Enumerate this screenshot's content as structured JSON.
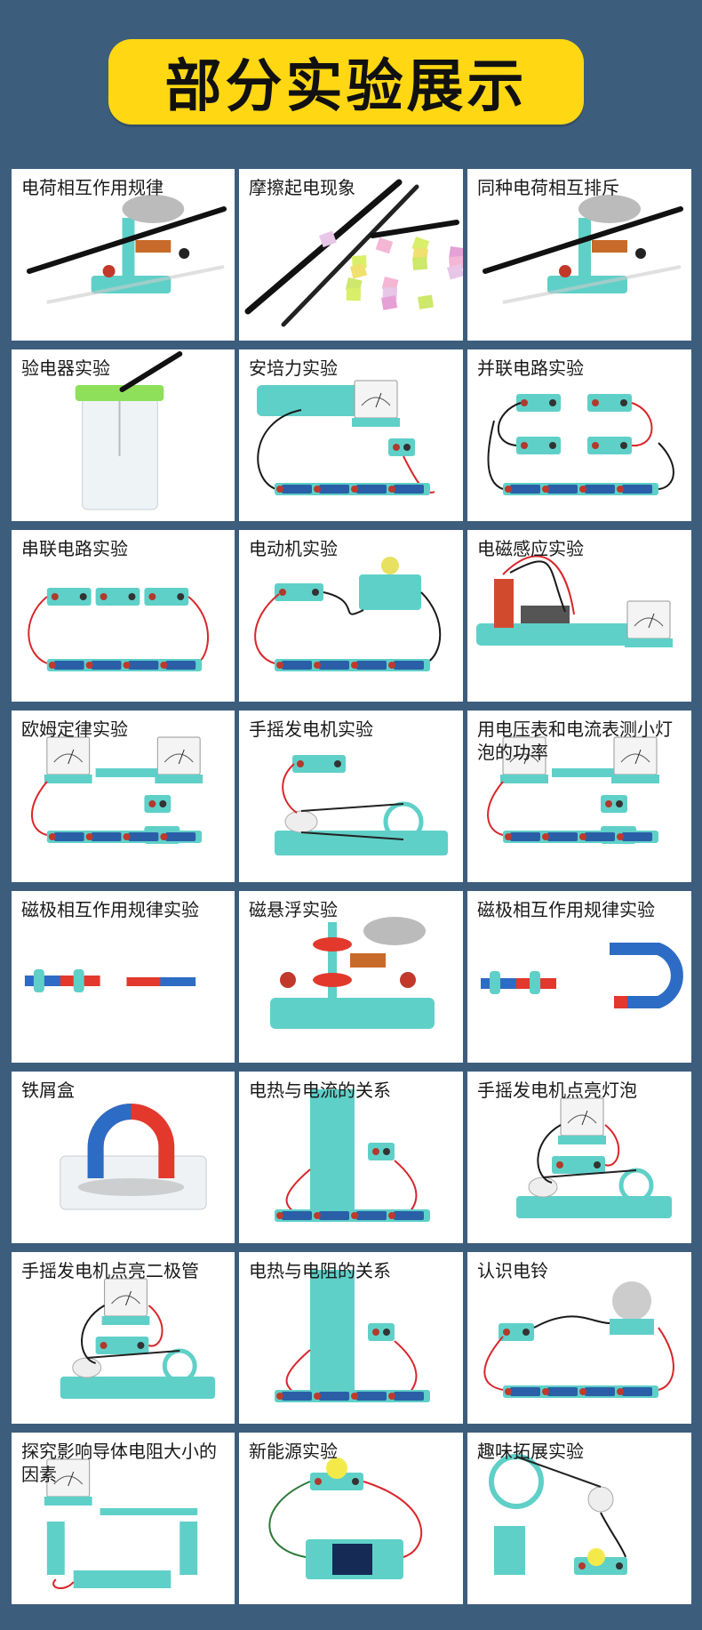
{
  "banner": {
    "title": "部分实验展示"
  },
  "experiments": [
    {
      "label": "电荷相互作用规律",
      "scene": "charge-rods"
    },
    {
      "label": "摩擦起电现象",
      "scene": "paper-bits"
    },
    {
      "label": "同种电荷相互排斥",
      "scene": "charge-rods"
    },
    {
      "label": "验电器实验",
      "scene": "electroscope"
    },
    {
      "label": "安培力实验",
      "scene": "ampere"
    },
    {
      "label": "并联电路实验",
      "scene": "parallel"
    },
    {
      "label": "串联电路实验",
      "scene": "series"
    },
    {
      "label": "电动机实验",
      "scene": "motor"
    },
    {
      "label": "电磁感应实验",
      "scene": "induction"
    },
    {
      "label": "欧姆定律实验",
      "scene": "meters"
    },
    {
      "label": "手摇发电机实验",
      "scene": "generator"
    },
    {
      "label": "用电压表和电流表测小灯泡的功率",
      "scene": "meters"
    },
    {
      "label": "磁极相互作用规律实验",
      "scene": "bar-magnets"
    },
    {
      "label": "磁悬浮实验",
      "scene": "levitation"
    },
    {
      "label": "磁极相互作用规律实验",
      "scene": "horseshoe"
    },
    {
      "label": "铁屑盒",
      "scene": "iron-box"
    },
    {
      "label": "电热与电流的关系",
      "scene": "heat"
    },
    {
      "label": "手摇发电机点亮灯泡",
      "scene": "gen-meter"
    },
    {
      "label": "手摇发电机点亮二极管",
      "scene": "gen-meter"
    },
    {
      "label": "电热与电阻的关系",
      "scene": "heat"
    },
    {
      "label": "认识电铃",
      "scene": "bell"
    },
    {
      "label": "探究影响导体电阻大小的因素",
      "scene": "resistance"
    },
    {
      "label": "新能源实验",
      "scene": "solar"
    },
    {
      "label": "趣味拓展实验",
      "scene": "fun"
    }
  ],
  "colors": {
    "background": "#3d5d7d",
    "banner": "#ffd713",
    "board": "#5fd0c8",
    "wire_red": "#d9252a",
    "wire_black": "#1a1a1a",
    "magnet_red": "#e2392c",
    "magnet_blue": "#2d6cc4"
  }
}
